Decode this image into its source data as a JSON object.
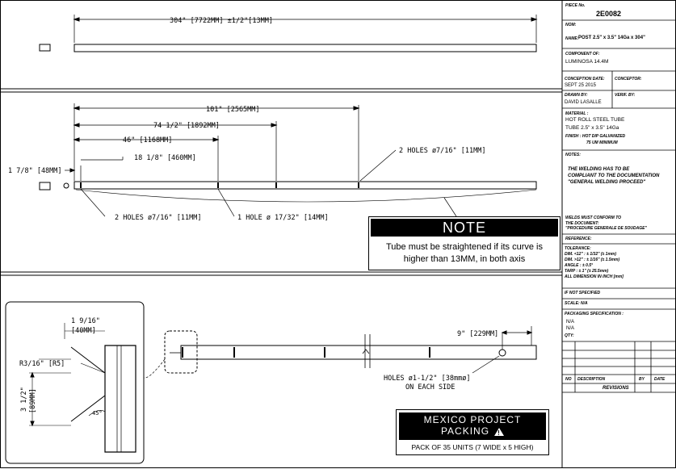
{
  "title_block": {
    "piece_no_label": "PIECE No.",
    "piece_no": "2E0082",
    "nom_label": "NOM:",
    "name_label": "NAME:",
    "name_value": "POST 2.5\" x 3.5\" 14Ga x 304\"",
    "component_label": "COMPONENT OF:",
    "component_value": "LUMINOSA 14.4M",
    "conception_date_label": "CONCEPTION DATE:",
    "conception_date": "SEPT 25 2015",
    "conceptor_label": "CONCEPTOR:",
    "drawn_by_label": "DRAWN BY:",
    "drawn_by": "DAVID LASALLE",
    "verif_label": "VERIF. BY:",
    "material_label": "MATERIAL :",
    "material_line1": "HOT ROLL STEEL TUBE",
    "material_line2": "TUBE 2.5\" x 3.5\" 14Ga",
    "finish_label": "FINISH : HOT DIP GALVANIZED",
    "finish_line2": "75 UM MINIMUM",
    "notes_label": "NOTES:",
    "note_welding1": "THE WELDING HAS TO BE",
    "note_welding2": "COMPLIANT TO THE DOCUMENTATION",
    "note_welding3": "\"GENERAL WELDING PROCEED\"",
    "note_soudure1": "WELDS MUST CONFORM TO",
    "note_soudure2": "THE DOCUMENT:",
    "note_soudure3": "\"PROCEDURE GENERALE DE SOUDAGE\"",
    "reference_label": "REFERENCE:",
    "tolerance_label": "TOLERANCE:",
    "tol1": "DIM. <12\" : ± 1/32\" (± 1mm)",
    "tol2": "DIM. >12\" : ± 1/16\" (± 1.5mm)",
    "tol3": "ANGLE : ± 0.5°",
    "tol4": "TARP : ± 1\" (± 25.5mm)",
    "tol5": "ALL DIMENSION IN INCH [mm]",
    "if_not_specified": "IF NOT SPECIFIED",
    "scale_label": "SCALE: N/A",
    "packaging_label": "PACKAGING SPECIFICATION :",
    "packaging_line1": "N/A",
    "packaging_line2": "N/A",
    "qty_label": "QTY:",
    "no_label": "NO",
    "description_label": "DESCRIPTION",
    "by_label": "BY",
    "date_label": "DATE",
    "revisions_label": "REVISIONS"
  },
  "dims": {
    "overall": "304\" [7722MM] ±1/2\"[13MM]",
    "d101": "101\" [2565MM]",
    "d74": "74 1/2\" [1892MM]",
    "d46": "46\" [1168MM]",
    "d18": "18 1/8\" [460MM]",
    "d1_78": "1 7/8\" [48MM]",
    "holes_right": "2 HOLES ø7/16\" [11MM]",
    "holes_left": "2 HOLES ø7/16\" [11MM]",
    "hole_one": "1 HOLE ø 17/32\" [14MM]",
    "d9": "9\" [229MM]",
    "holes_large_1": "HOLES ø1-1/2\" [38mmø]",
    "holes_large_2": "ON EACH SIDE",
    "detail_1916": "1 9/16\"",
    "detail_40": "[40MM]",
    "detail_r": "R3/16\" [R5]",
    "detail_312": "3 1/2\"",
    "detail_89": "[89MM]",
    "detail_angle": "45°"
  },
  "note": {
    "heading": "NOTE",
    "line1": "Tube must be straightened if its curve is",
    "line2": "higher than 13MM, in both axis"
  },
  "packing": {
    "line1": "MEXICO PROJECT",
    "line2": "PACKING",
    "body": "PACK OF 35 UNITS (7 WIDE x 5 HIGH)"
  }
}
